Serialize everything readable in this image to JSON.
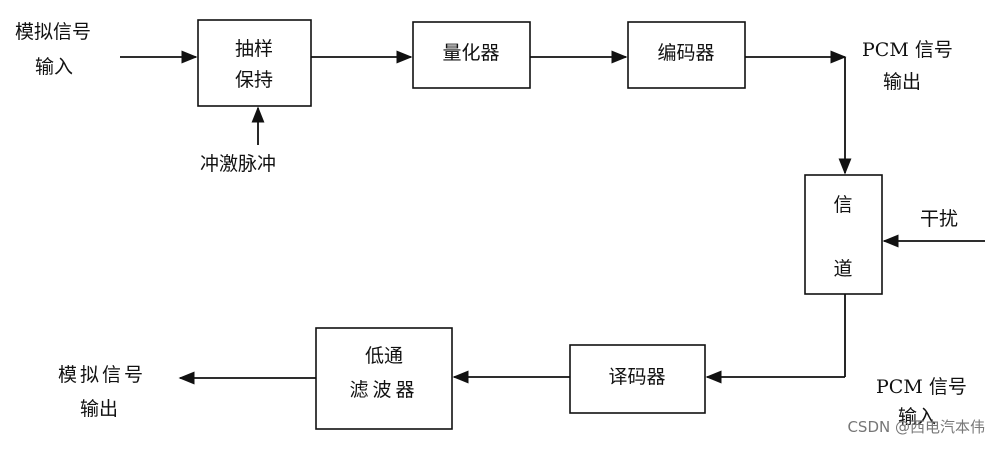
{
  "blocks": {
    "sample_hold": [
      "抽样",
      "保持"
    ],
    "quantizer": "量化器",
    "encoder": "编码器",
    "channel": [
      "信",
      "道"
    ],
    "decoder": "译码器",
    "lpf": [
      "低通",
      "滤波器"
    ]
  },
  "labels": {
    "analog_input": [
      "模拟信号",
      "输入"
    ],
    "impulse": "冲激脉冲",
    "pcm_output": [
      "PCM 信号",
      "输出"
    ],
    "interference": "干扰",
    "pcm_input": [
      "PCM 信号",
      "输入"
    ],
    "analog_output": [
      "模拟信号",
      "输出"
    ]
  },
  "watermark": "CSDN @西电汽本伟"
}
